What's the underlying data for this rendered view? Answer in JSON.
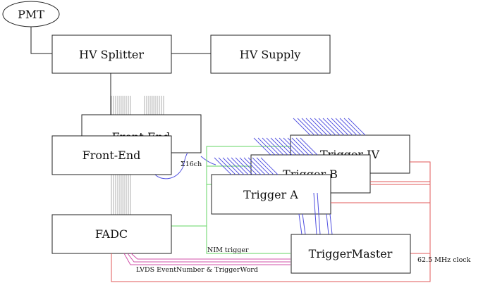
{
  "nodes": {
    "pmt": "PMT",
    "hv_splitter": "HV Splitter",
    "hv_supply": "HV Supply",
    "front_end_back": "Front-End",
    "front_end": "Front-End",
    "fadc": "FADC",
    "trigger_iv": "Trigger IV",
    "trigger_b": "Trigger B",
    "trigger_a": "Trigger A",
    "trigger_master": "TriggerMaster"
  },
  "labels": {
    "sum_16ch": "Σ16ch",
    "nim_trigger": "NIM trigger",
    "lvds": "LVDS EventNumber & TriggerWord",
    "clock": "62.5 MHz clock"
  },
  "colors": {
    "black": "#222222",
    "gray": "#9a9a9a",
    "green": "#63d463",
    "blue": "#5050e0",
    "red": "#e05a5a",
    "magenta": "#d050a8"
  }
}
